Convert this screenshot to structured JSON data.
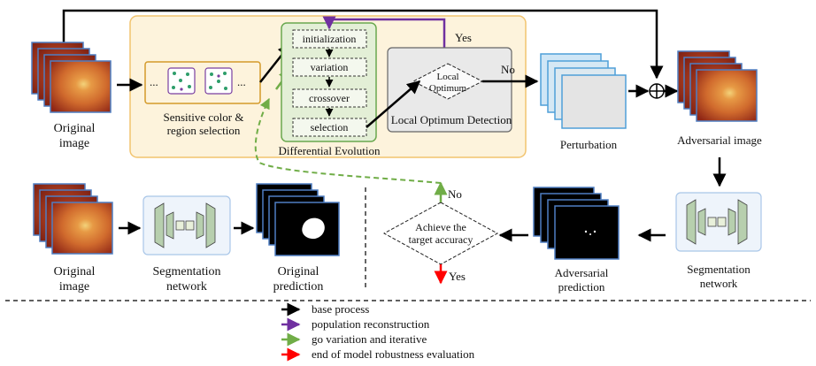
{
  "colors": {
    "fundus_red": "#c2412a",
    "fundus_orange": "#d8742e",
    "fundus_disc": "#f3d27a",
    "panel_fill": "#fdf3dc",
    "panel_border": "#f2c46f",
    "de_fill": "#e3efd6",
    "de_border": "#6aa84f",
    "lod_fill": "#e9e9e9",
    "perturb_fill": "#cfe6f6",
    "perturb_border": "#4f9fd8",
    "black_arrow": "#000000",
    "purple_arrow": "#7030a0",
    "green_arrow": "#70ad47",
    "red_arrow": "#ff0000",
    "sensitive_border": "#d49a2a",
    "dots_green": "#2e9e6a",
    "dots_purple": "#7a3fa0"
  },
  "labels": {
    "original_image_top": [
      "Original",
      "image"
    ],
    "sensitive_selection": [
      "Sensitive color &",
      "region selection"
    ],
    "ellipsis": "...",
    "de_steps": [
      "initialization",
      "variation",
      "crossover",
      "selection"
    ],
    "differential_evolution": "Differential Evolution",
    "yes_top": "Yes",
    "local_optimum_diamond": [
      "Local",
      "Optimum"
    ],
    "no_right": "No",
    "local_optimum_detection": "Local Optimum Detection",
    "perturbation": "Perturbation",
    "adversarial_image": "Adversarial image",
    "original_image_bottom": [
      "Original",
      "image"
    ],
    "segmentation_network_left": [
      "Segmentation",
      "network"
    ],
    "original_prediction": [
      "Original",
      "prediction"
    ],
    "no_achieve": "No",
    "achieve_diamond": [
      "Achieve the",
      "target accuracy"
    ],
    "yes_bottom": "Yes",
    "adversarial_prediction": [
      "Adversarial",
      "prediction"
    ],
    "segmentation_network_right": [
      "Segmentation",
      "network"
    ]
  },
  "legend": [
    {
      "label": "base process",
      "color": "#000000"
    },
    {
      "label": "population reconstruction",
      "color": "#7030a0"
    },
    {
      "label": "go variation and iterative",
      "color": "#70ad47"
    },
    {
      "label": "end of model robustness evaluation",
      "color": "#ff0000"
    }
  ]
}
